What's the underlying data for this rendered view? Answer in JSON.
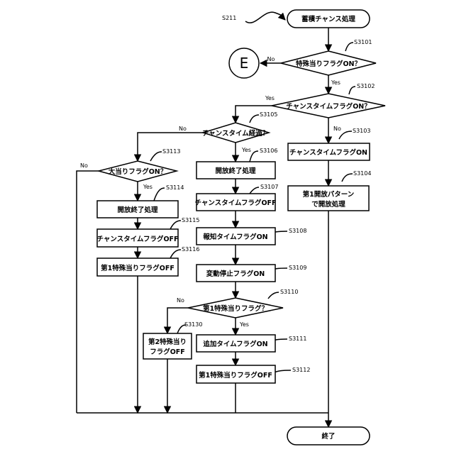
{
  "start": {
    "ref": "S211",
    "label": "蓄積チャンス処理"
  },
  "end": {
    "label": "終了"
  },
  "connector": {
    "label": "E"
  },
  "yes": "Yes",
  "no": "No",
  "steps": {
    "s3101": {
      "ref": "S3101",
      "label": "特殊当りフラグON？"
    },
    "s3102": {
      "ref": "S3102",
      "label": "チャンスタイムフラグON？"
    },
    "s3103": {
      "ref": "S3103",
      "label": "チャンスタイムフラグON"
    },
    "s3104": {
      "ref": "S3104",
      "line1": "第1開放パターン",
      "line2": "で開放処理"
    },
    "s3105": {
      "ref": "S3105",
      "label": "チャンスタイム経過？"
    },
    "s3106": {
      "ref": "S3106",
      "label": "開放終了処理"
    },
    "s3107": {
      "ref": "S3107",
      "label": "チャンスタイムフラグOFF"
    },
    "s3108": {
      "ref": "S3108",
      "label": "報知タイムフラグON"
    },
    "s3109": {
      "ref": "S3109",
      "label": "変動停止フラグON"
    },
    "s3110": {
      "ref": "S3110",
      "label": "第1特殊当りフラグ？"
    },
    "s3111": {
      "ref": "S3111",
      "label": "追加タイムフラグON"
    },
    "s3112": {
      "ref": "S3112",
      "label": "第1特殊当りフラグOFF"
    },
    "s3113": {
      "ref": "S3113",
      "label": "大当りフラグON？"
    },
    "s3114": {
      "ref": "S3114",
      "label": "開放終了処理"
    },
    "s3115": {
      "ref": "S3115",
      "label": "チャンスタイムフラグOFF"
    },
    "s3116": {
      "ref": "S3116",
      "label": "第1特殊当りフラグOFF"
    },
    "s3130": {
      "ref": "S3130",
      "line1": "第2特殊当り",
      "line2": "フラグOFF"
    }
  }
}
